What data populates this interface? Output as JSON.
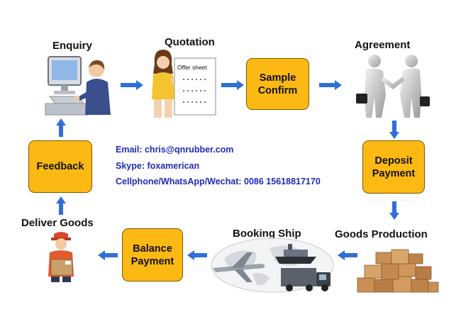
{
  "steps": {
    "enquiry": "Enquiry",
    "quotation": "Quotation",
    "offer_sheet": "Offer sheet",
    "sample_confirm": [
      "Sample",
      "Confirm"
    ],
    "agreement": "Agreement",
    "deposit_payment": [
      "Deposit",
      "Payment"
    ],
    "goods_production": "Goods Production",
    "booking_ship": "Booking Ship",
    "balance_payment": [
      "Balance",
      "Payment"
    ],
    "deliver_goods": "Deliver Goods",
    "feedback": "Feedback"
  },
  "contact": {
    "email": "Email: chris@qnrubber.com",
    "skype": "Skype: foxamerican",
    "phone": "Cellphone/WhatsApp/Wechat: 0086 15618817170"
  },
  "colors": {
    "box_fill": "#fcb913",
    "arrow": "#2f6fd6",
    "contact_text": "#1f2bb8"
  },
  "icons": [
    "computer-user-icon",
    "woman-offer-sheet-icon",
    "handshake-icon",
    "cardboard-boxes-icon",
    "world-map-ship-plane-truck-icon",
    "delivery-man-icon"
  ]
}
